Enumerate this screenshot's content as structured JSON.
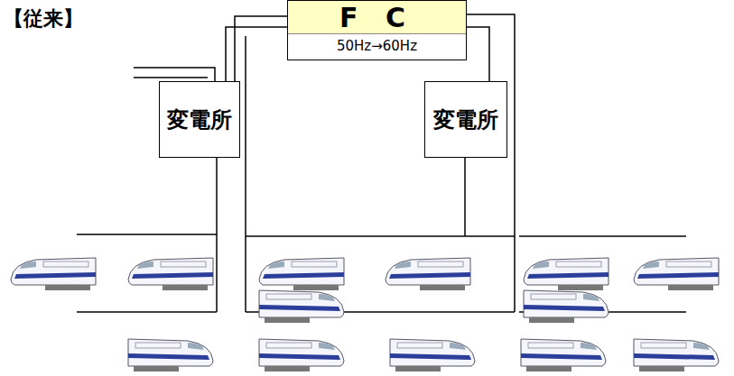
{
  "diagram": {
    "nodes": [
      {
        "text": [
          "F C",
          "50Hz→60Hz"
        ]
      },
      {
        "text": [
          "変電所"
        ]
      },
      {
        "text": [
          "変電所"
        ]
      }
    ],
    "edges": [
      {
        "from": 0,
        "to": 1,
        "arrow": "none"
      },
      {
        "from": 0,
        "to": 1,
        "arrow": "none"
      },
      {
        "from": 0,
        "to": 2,
        "arrow": "none"
      }
    ],
    "labels": [
      "【従来】"
    ]
  }
}
